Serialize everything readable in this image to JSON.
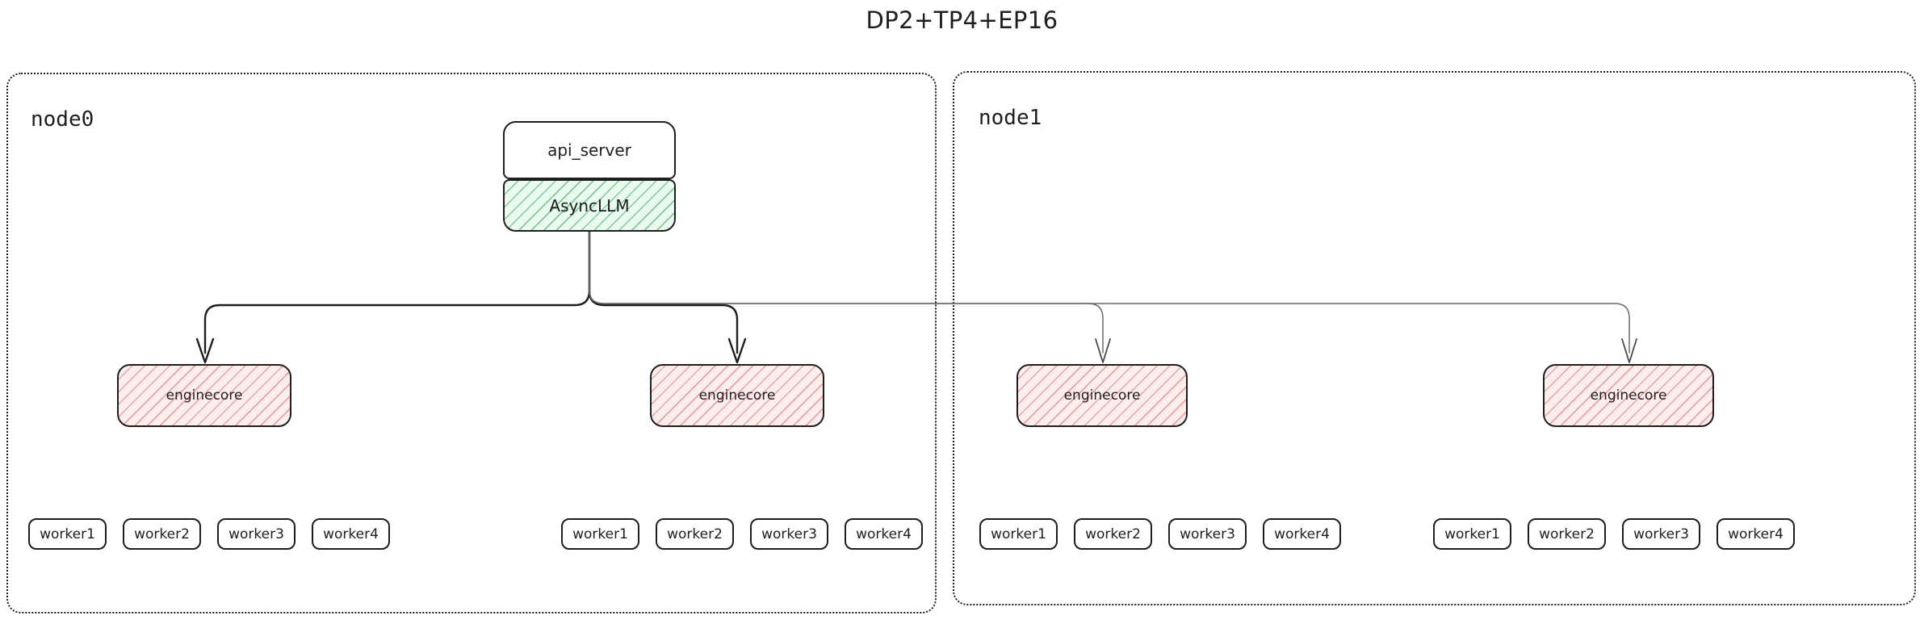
{
  "title": "DP2+TP4+EP16",
  "colors": {
    "stroke": "#1e1e1e",
    "background": "#ffffff",
    "asyncllm_fill": "#eafaef",
    "asyncllm_hatch": "#78c891",
    "enginecore_fill": "#fdeeee",
    "enginecore_hatch": "#e88888",
    "edge_primary": "#1e1e1e",
    "edge_secondary": "#6b6b6b"
  },
  "nodes": [
    {
      "id": "node0",
      "label": "node0",
      "engines": [
        {
          "label": "enginecore",
          "workers": [
            {
              "label": "worker1"
            },
            {
              "label": "worker2"
            },
            {
              "label": "worker3"
            },
            {
              "label": "worker4"
            }
          ]
        },
        {
          "label": "enginecore",
          "workers": [
            {
              "label": "worker1"
            },
            {
              "label": "worker2"
            },
            {
              "label": "worker3"
            },
            {
              "label": "worker4"
            }
          ]
        }
      ]
    },
    {
      "id": "node1",
      "label": "node1",
      "engines": [
        {
          "label": "enginecore",
          "workers": [
            {
              "label": "worker1"
            },
            {
              "label": "worker2"
            },
            {
              "label": "worker3"
            },
            {
              "label": "worker4"
            }
          ]
        },
        {
          "label": "enginecore",
          "workers": [
            {
              "label": "worker1"
            },
            {
              "label": "worker2"
            },
            {
              "label": "worker3"
            },
            {
              "label": "worker4"
            }
          ]
        }
      ]
    }
  ],
  "frontend": {
    "api_server": {
      "label": "api_server"
    },
    "async_llm": {
      "label": "AsyncLLM"
    }
  }
}
